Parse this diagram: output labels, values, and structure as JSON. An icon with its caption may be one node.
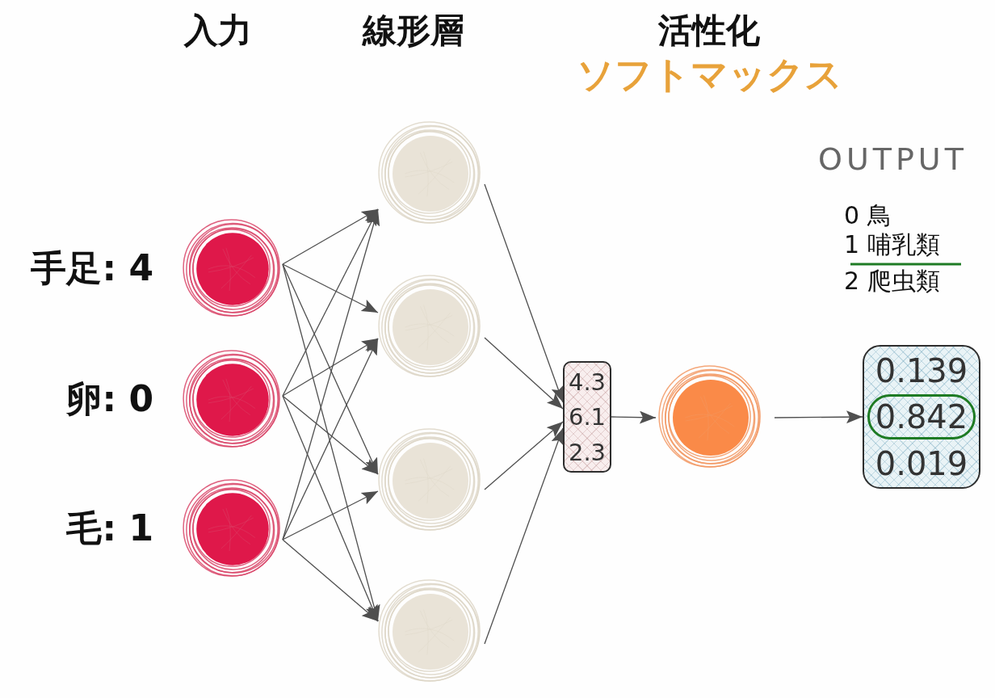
{
  "diagram": {
    "nodes": [
      {
        "text": [],
        "shape": "circle",
        "beside": [
          "手足: 4"
        ]
      },
      {
        "text": [],
        "shape": "circle",
        "beside": [
          "卵: 0"
        ]
      },
      {
        "text": [],
        "shape": "circle",
        "beside": [
          "毛: 1"
        ]
      },
      {
        "text": [],
        "shape": "circle"
      },
      {
        "text": [],
        "shape": "circle"
      },
      {
        "text": [],
        "shape": "circle"
      },
      {
        "text": [],
        "shape": "circle"
      },
      {
        "text": [
          "4.3",
          "6.1",
          "2.3"
        ]
      },
      {
        "text": [],
        "shape": "circle"
      },
      {
        "text": [
          "0.139",
          "0.842",
          "0.019"
        ]
      }
    ],
    "edges": [
      {
        "from": 0,
        "to": 3,
        "arrow": "to"
      },
      {
        "from": 0,
        "to": 4,
        "arrow": "to"
      },
      {
        "from": 0,
        "to": 5,
        "arrow": "to"
      },
      {
        "from": 0,
        "to": 6,
        "arrow": "to"
      },
      {
        "from": 1,
        "to": 3,
        "arrow": "to"
      },
      {
        "from": 1,
        "to": 4,
        "arrow": "to"
      },
      {
        "from": 1,
        "to": 5,
        "arrow": "to"
      },
      {
        "from": 1,
        "to": 6,
        "arrow": "to"
      },
      {
        "from": 2,
        "to": 3,
        "arrow": "to"
      },
      {
        "from": 2,
        "to": 4,
        "arrow": "to"
      },
      {
        "from": 2,
        "to": 5,
        "arrow": "to"
      },
      {
        "from": 2,
        "to": 6,
        "arrow": "to"
      },
      {
        "from": 3,
        "to": 7,
        "arrow": "to"
      },
      {
        "from": 4,
        "to": 7,
        "arrow": "to"
      },
      {
        "from": 5,
        "to": 7,
        "arrow": "to"
      },
      {
        "from": 6,
        "to": 7,
        "arrow": "to"
      },
      {
        "from": 7,
        "to": 8,
        "arrow": "to"
      },
      {
        "from": 8,
        "to": 9,
        "arrow": "to"
      }
    ],
    "labels": [
      "入力",
      "線形層",
      "活性化",
      "ソフトマックス",
      "OUTPUT",
      "0 鳥",
      "1 哺乳類",
      "2 爬虫類"
    ]
  }
}
